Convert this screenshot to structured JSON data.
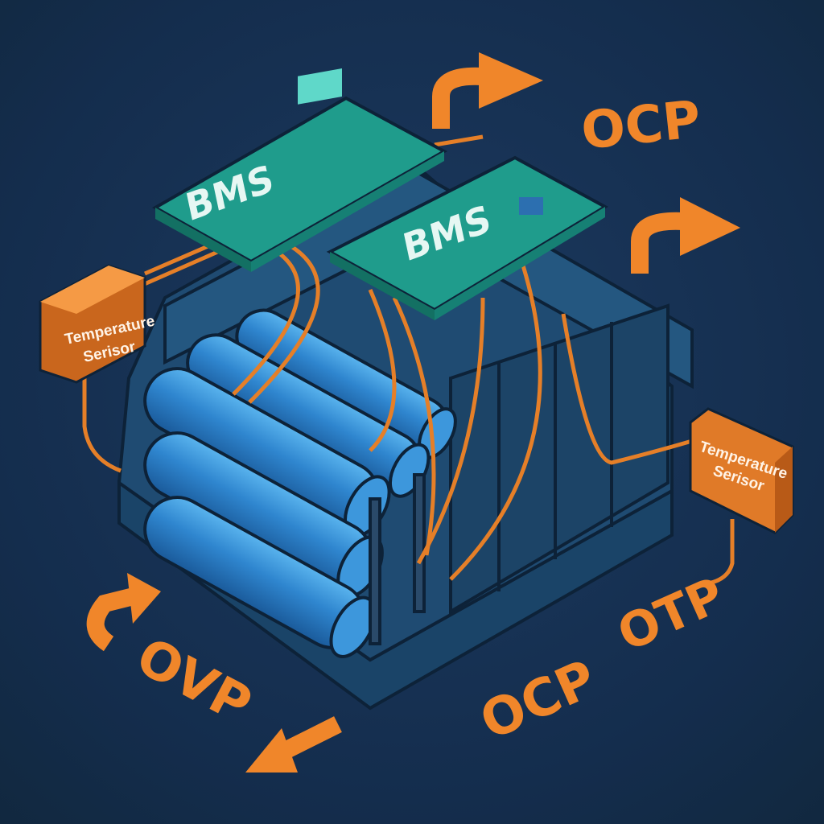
{
  "boards": [
    {
      "label": "BMS"
    },
    {
      "label": "BMS"
    }
  ],
  "sensors": [
    {
      "line1": "Temperature",
      "line2": "Serisor"
    },
    {
      "line1": "Temperature",
      "line2": "Serisor"
    }
  ],
  "protections": {
    "top": "OCP",
    "bottom": "OCP",
    "right": "OTP",
    "left": "OVP"
  },
  "colors": {
    "background": "#153052",
    "accent": "#f0862a",
    "board": "#1f9c8c",
    "cell": "#2f86cf",
    "tray": "#1f4b72"
  }
}
